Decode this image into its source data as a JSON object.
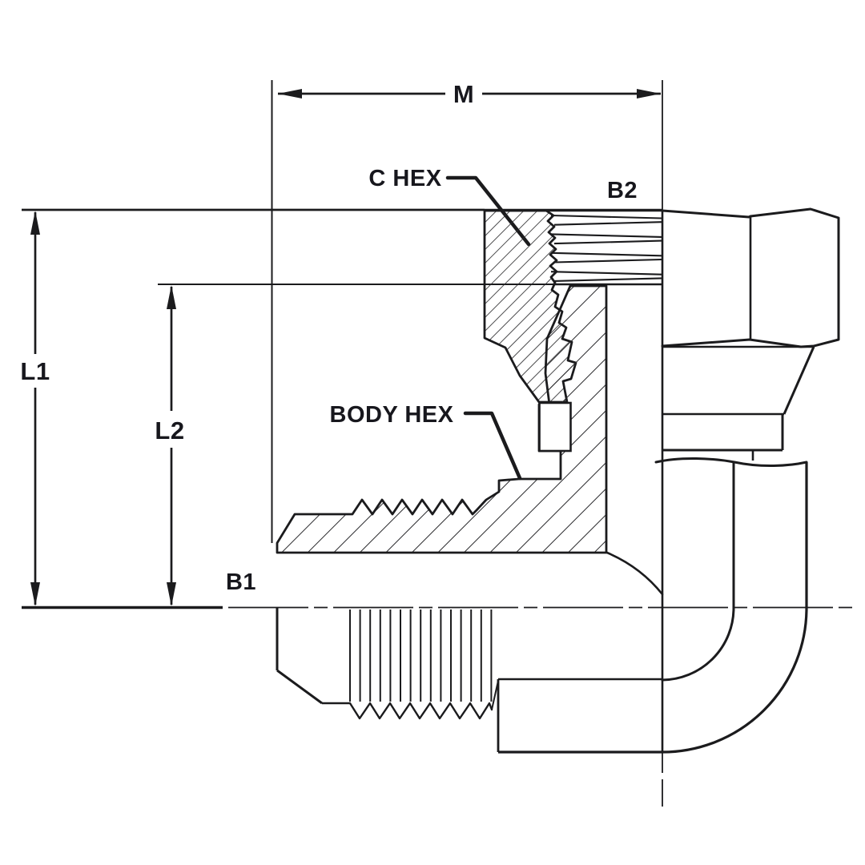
{
  "labels": {
    "dim_m": "M",
    "dim_l1": "L1",
    "dim_l2": "L2",
    "port_b1": "B1",
    "port_b2": "B2",
    "callout_c_hex": "C HEX",
    "callout_body_hex": "BODY HEX"
  },
  "colors": {
    "background": "#ffffff",
    "line_color": "#1b1b1d",
    "text_color": "#17171d"
  }
}
